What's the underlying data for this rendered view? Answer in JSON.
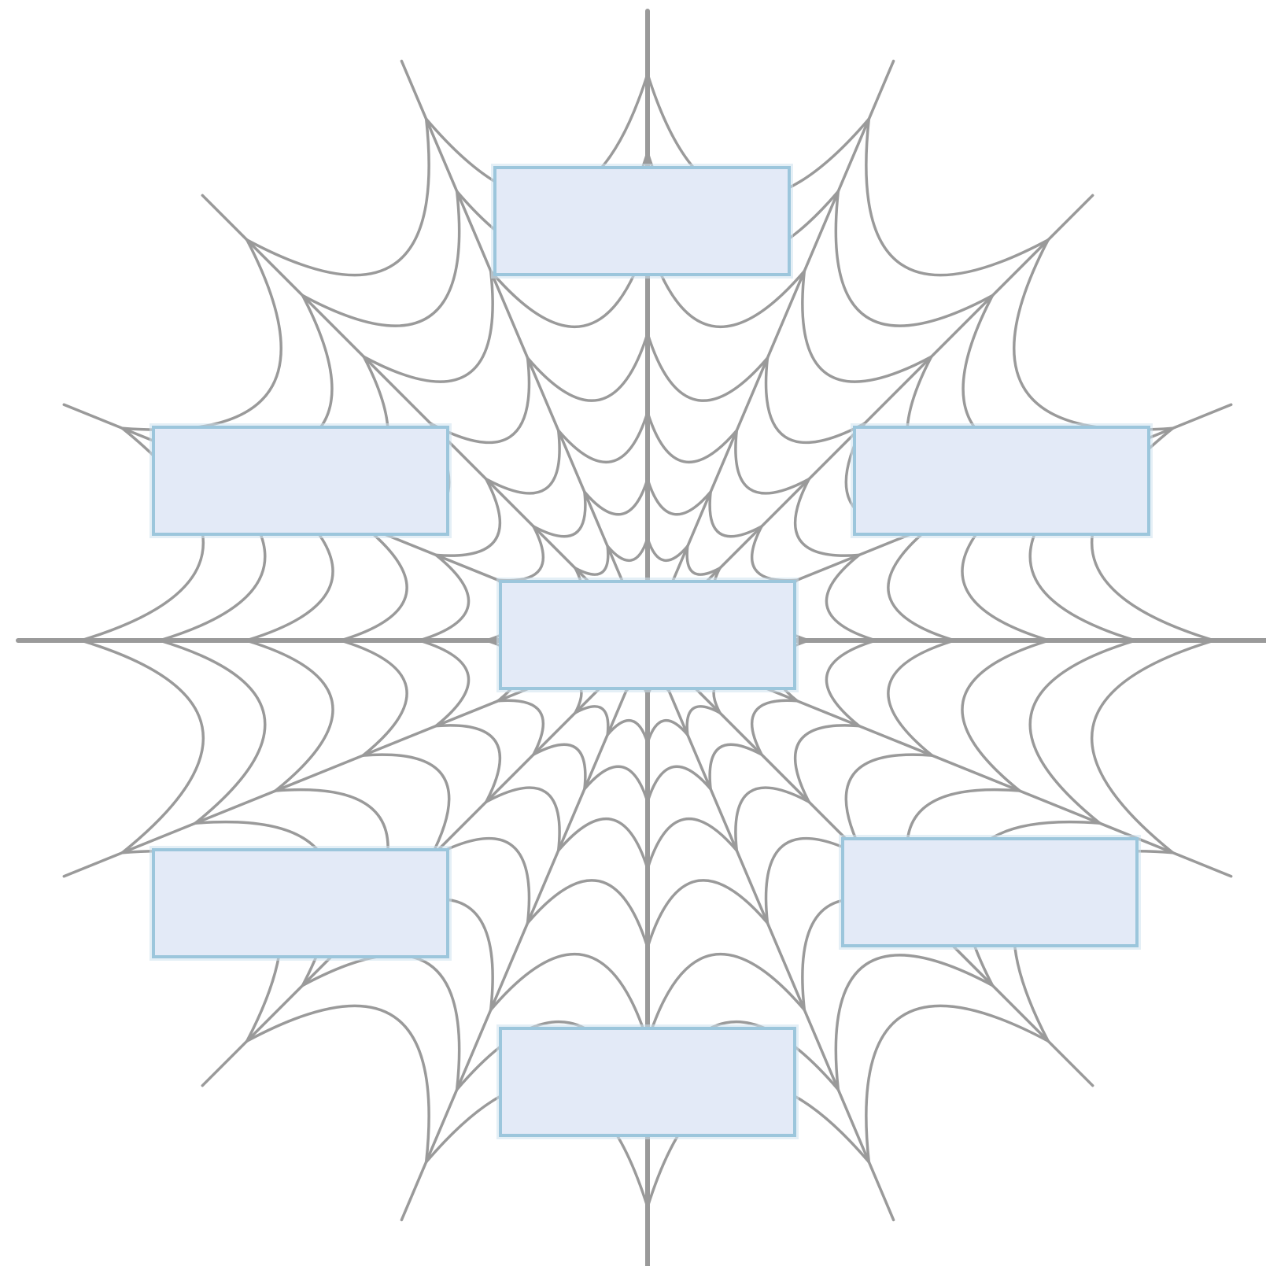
{
  "colors": {
    "web_strand": "#9a9a9a",
    "box_fill": "#e3eaf7",
    "box_border": "#9cc6dc"
  },
  "diagram": {
    "type": "spider-web-graphic-organizer",
    "boxes": [
      {
        "id": "top",
        "label": ""
      },
      {
        "id": "left",
        "label": ""
      },
      {
        "id": "right",
        "label": ""
      },
      {
        "id": "center",
        "label": ""
      },
      {
        "id": "bottom-left",
        "label": ""
      },
      {
        "id": "bottom-right",
        "label": ""
      },
      {
        "id": "bottom",
        "label": ""
      }
    ]
  }
}
